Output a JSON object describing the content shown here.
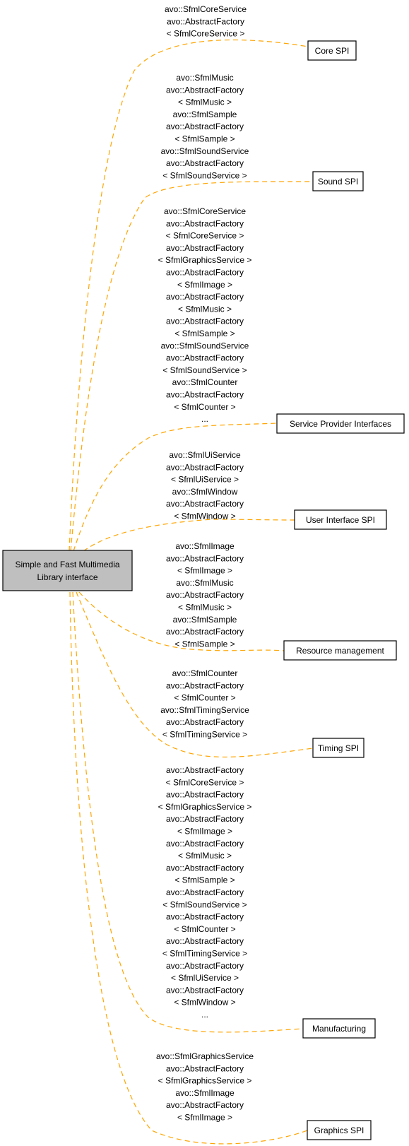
{
  "colors": {
    "edge": "#ffa500",
    "main_node_fill": "#bfbfbf",
    "node_fill": "#ffffff",
    "border": "#000000"
  },
  "main_node": {
    "lines": [
      "Simple and Fast Multimedia",
      "Library interface"
    ]
  },
  "nodes": [
    {
      "id": "core",
      "label": "Core SPI"
    },
    {
      "id": "sound",
      "label": "Sound SPI"
    },
    {
      "id": "spi",
      "label": "Service Provider Interfaces"
    },
    {
      "id": "ui",
      "label": "User Interface SPI"
    },
    {
      "id": "resource",
      "label": "Resource management"
    },
    {
      "id": "timing",
      "label": "Timing SPI"
    },
    {
      "id": "manufacturing",
      "label": "Manufacturing"
    },
    {
      "id": "graphics",
      "label": "Graphics SPI"
    }
  ],
  "edge_labels": {
    "core": [
      "avo::SfmlCoreService",
      "avo::AbstractFactory",
      "< SfmlCoreService >"
    ],
    "sound": [
      "avo::SfmlMusic",
      "avo::AbstractFactory",
      "< SfmlMusic >",
      "avo::SfmlSample",
      "avo::AbstractFactory",
      "< SfmlSample >",
      "avo::SfmlSoundService",
      "avo::AbstractFactory",
      "< SfmlSoundService >"
    ],
    "spi": [
      "avo::SfmlCoreService",
      "avo::AbstractFactory",
      "< SfmlCoreService >",
      "avo::AbstractFactory",
      "< SfmlGraphicsService >",
      "avo::AbstractFactory",
      "< SfmlImage >",
      "avo::AbstractFactory",
      "< SfmlMusic >",
      "avo::AbstractFactory",
      "< SfmlSample >",
      "avo::SfmlSoundService",
      "avo::AbstractFactory",
      "< SfmlSoundService >",
      "avo::SfmlCounter",
      "avo::AbstractFactory",
      "< SfmlCounter >",
      "..."
    ],
    "ui": [
      "avo::SfmlUiService",
      "avo::AbstractFactory",
      "< SfmlUiService >",
      "avo::SfmlWindow",
      "avo::AbstractFactory",
      "< SfmlWindow >"
    ],
    "resource": [
      "avo::SfmlImage",
      "avo::AbstractFactory",
      "< SfmlImage >",
      "avo::SfmlMusic",
      "avo::AbstractFactory",
      "< SfmlMusic >",
      "avo::SfmlSample",
      "avo::AbstractFactory",
      "< SfmlSample >"
    ],
    "timing": [
      "avo::SfmlCounter",
      "avo::AbstractFactory",
      "< SfmlCounter >",
      "avo::SfmlTimingService",
      "avo::AbstractFactory",
      "< SfmlTimingService >"
    ],
    "manufacturing": [
      "avo::AbstractFactory",
      "< SfmlCoreService >",
      "avo::AbstractFactory",
      "< SfmlGraphicsService >",
      "avo::AbstractFactory",
      "< SfmlImage >",
      "avo::AbstractFactory",
      "< SfmlMusic >",
      "avo::AbstractFactory",
      "< SfmlSample >",
      "avo::AbstractFactory",
      "< SfmlSoundService >",
      "avo::AbstractFactory",
      "< SfmlCounter >",
      "avo::AbstractFactory",
      "< SfmlTimingService >",
      "avo::AbstractFactory",
      "< SfmlUiService >",
      "avo::AbstractFactory",
      "< SfmlWindow >",
      "..."
    ],
    "graphics": [
      "avo::SfmlGraphicsService",
      "avo::AbstractFactory",
      "< SfmlGraphicsService >",
      "avo::SfmlImage",
      "avo::AbstractFactory",
      "< SfmlImage >"
    ]
  }
}
